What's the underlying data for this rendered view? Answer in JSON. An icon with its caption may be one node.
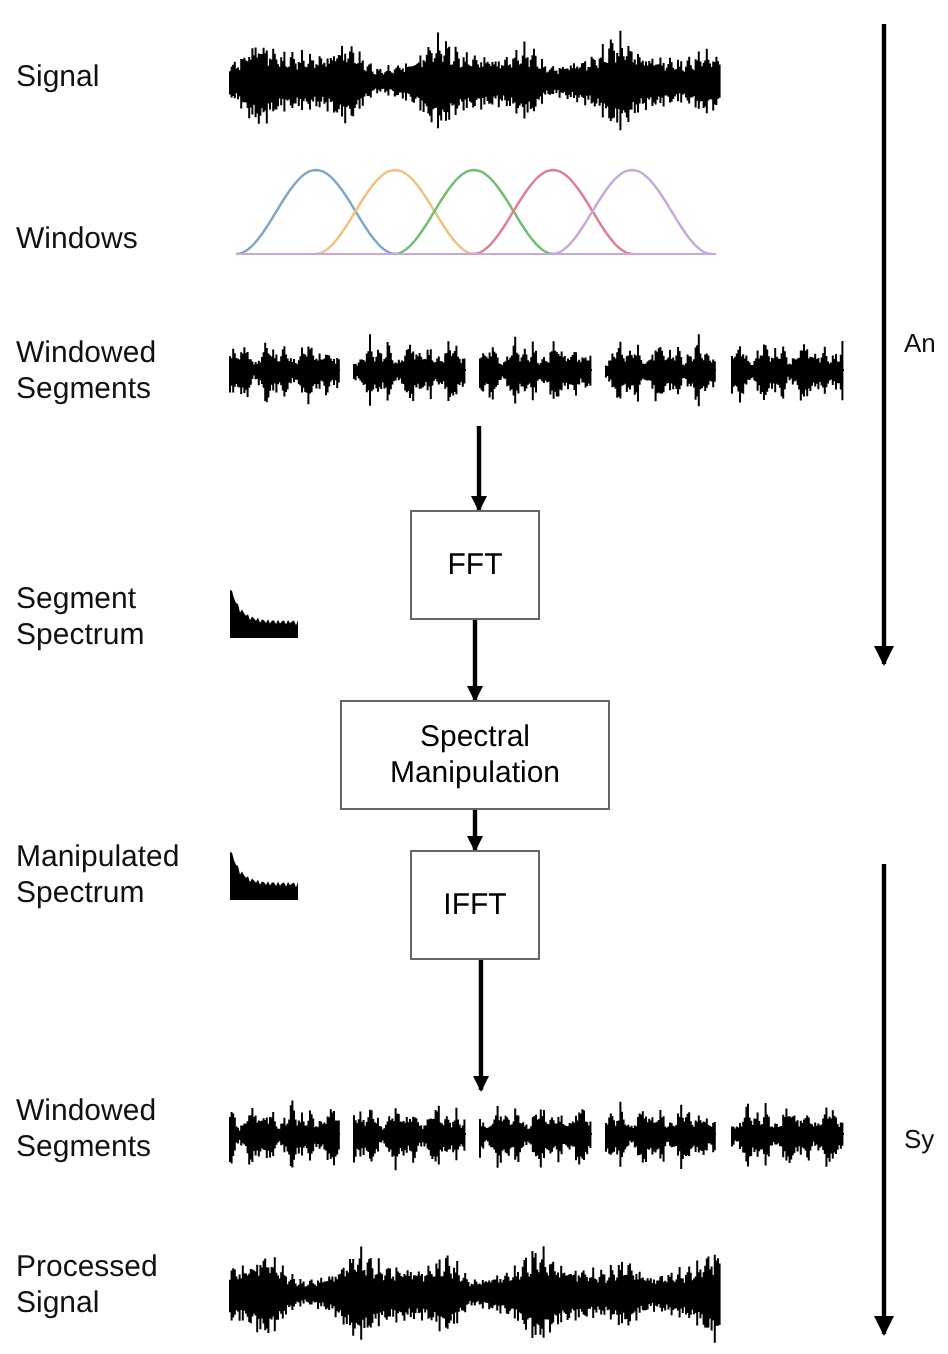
{
  "diagram": {
    "nodes": [
      {
        "text": [
          "FFT"
        ]
      },
      {
        "text": [
          "Spectral Manipulation"
        ]
      },
      {
        "text": [
          "IFFT"
        ]
      }
    ],
    "edges": [
      {
        "from": null,
        "to": 0,
        "arrow": "to"
      },
      {
        "from": 0,
        "to": 1,
        "arrow": "to"
      },
      {
        "from": 1,
        "to": 2,
        "arrow": "to"
      },
      {
        "from": 2,
        "to": null,
        "arrow": "to"
      }
    ],
    "labels": [
      "Signal",
      "Windows",
      "Windowed Segments",
      "An",
      "Segment Spectrum",
      "Manipulated Spectrum",
      "Windowed Segments",
      "Sy",
      "Processed Signal"
    ]
  }
}
